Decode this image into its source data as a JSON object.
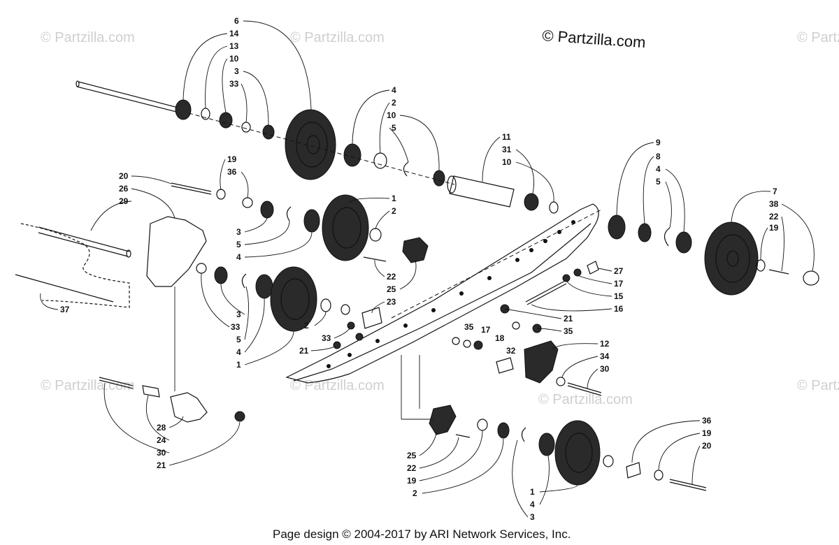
{
  "watermarks": {
    "text": "© Partzilla.com",
    "copyright_label": "© Partzilla.com"
  },
  "footer": {
    "text": "Page design © 2004-2017 by ARI Network Services, Inc."
  },
  "callouts": {
    "top_axle": [
      "6",
      "14",
      "13",
      "10",
      "3",
      "33"
    ],
    "wheel_set_a": [
      "4",
      "2",
      "10",
      "5"
    ],
    "spacer_set": [
      "11",
      "31",
      "10"
    ],
    "rear_set": [
      "9",
      "8",
      "4",
      "5"
    ],
    "rear_wheel": [
      "7",
      "38",
      "22",
      "19"
    ],
    "left_bolt_set": [
      "20",
      "26",
      "29",
      "19",
      "36"
    ],
    "mid_left": [
      "3",
      "5",
      "4"
    ],
    "mid_wheel": [
      "1",
      "2"
    ],
    "arm_bracket": [
      "22",
      "25",
      "23"
    ],
    "lower_left": [
      "3",
      "33",
      "5",
      "4",
      "1"
    ],
    "lower_mid": [
      "2",
      "33",
      "21"
    ],
    "rail_right": [
      "27",
      "17",
      "15",
      "16",
      "21",
      "35",
      "35",
      "17",
      "18",
      "32"
    ],
    "clamp": [
      "12",
      "34",
      "30"
    ],
    "long_rod": [
      "37"
    ],
    "bottom_left": [
      "28",
      "24",
      "30",
      "21"
    ],
    "bottom_mid": [
      "25",
      "22",
      "19",
      "2"
    ],
    "bottom_right": [
      "36",
      "19",
      "20"
    ],
    "bottom_wheel": [
      "1",
      "4",
      "3"
    ]
  }
}
